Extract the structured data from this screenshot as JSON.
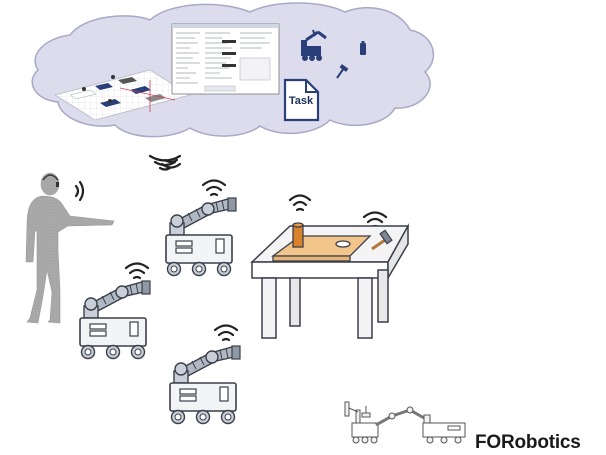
{
  "diagram": {
    "task_doc_label": "Task",
    "brand_name": "FORobotics"
  },
  "icons": {
    "cloud": "cloud-shape",
    "map": "floor-map-icon",
    "software_window": "software-window-thumbnail",
    "robot_small": "robot-icon",
    "battery": "battery-icon",
    "hammer": "hammer-icon",
    "task_document": "task-document-icon",
    "wireless": "wireless-signal-icon",
    "human": "human-silhouette",
    "mobile_manipulator": "mobile-manipulator-robot",
    "workbench": "workbench-table",
    "peg": "peg-object",
    "hole": "hole-plate",
    "logo": "forobotics-logo"
  },
  "colors": {
    "cloud_fill": "#dcdcec",
    "cloud_stroke": "#a8a8c8",
    "robot_arm": "#b0b8c4",
    "robot_body": "#f2f4f6",
    "outline": "#3b3f4a",
    "human": "#a9a9a9",
    "board": "#f2c68a",
    "peg": "#d9822b",
    "table": "#f4f4f4"
  }
}
